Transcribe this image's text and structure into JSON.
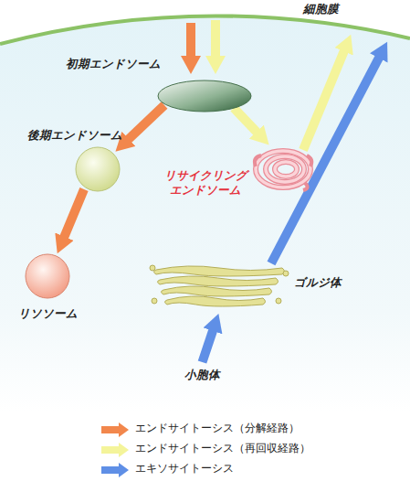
{
  "diagram": {
    "nodes": [
      {
        "text": [
          "細胞膜"
        ]
      },
      {
        "text": [
          "初期エンドソーム"
        ]
      },
      {
        "text": [
          "後期エンドソーム"
        ]
      },
      {
        "text": [
          "リサイクリング エンドソーム"
        ]
      },
      {
        "text": [
          "ゴルジ体"
        ]
      },
      {
        "text": [
          "リソソーム"
        ]
      },
      {
        "text": [
          "小胞体"
        ]
      }
    ],
    "edges": [
      {
        "from": 0,
        "to": 1,
        "arrow": "to"
      },
      {
        "from": 0,
        "to": 1,
        "arrow": "to"
      },
      {
        "from": 1,
        "to": 2,
        "arrow": "to"
      },
      {
        "from": 2,
        "to": 5,
        "arrow": "to"
      },
      {
        "from": 1,
        "to": 3,
        "arrow": "to"
      },
      {
        "from": 3,
        "to": 0,
        "arrow": "to"
      },
      {
        "from": 4,
        "to": 0,
        "arrow": "to"
      },
      {
        "from": 6,
        "to": 4,
        "arrow": "to"
      }
    ],
    "legend": [
      {
        "text": "エンドサイトーシス（分解経路）",
        "color": "#f2874c"
      },
      {
        "text": "エンドサイトーシス（再回収経路）",
        "color": "#f4f49a"
      },
      {
        "text": "エキソサイトーシス",
        "color": "#5f8fe6"
      }
    ]
  }
}
